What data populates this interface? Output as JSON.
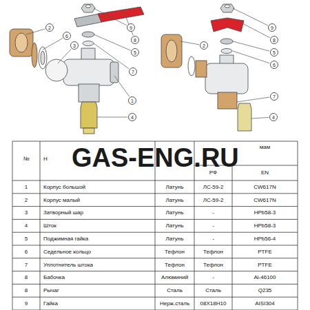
{
  "diagram": {
    "nodes": [
      {
        "text": [
          "2"
        ]
      },
      {
        "text": [
          "6"
        ]
      },
      {
        "text": [
          "3"
        ]
      },
      {
        "text": [
          "9"
        ]
      },
      {
        "text": [
          "8"
        ]
      },
      {
        "text": [
          "5"
        ]
      },
      {
        "text": [
          "7"
        ]
      },
      {
        "text": [
          "1"
        ]
      },
      {
        "text": [
          "4"
        ]
      },
      {
        "text": [
          "9"
        ]
      },
      {
        "text": [
          "8"
        ]
      },
      {
        "text": [
          "5"
        ]
      },
      {
        "text": [
          "6"
        ]
      },
      {
        "text": [
          "2"
        ]
      },
      {
        "text": [
          "7"
        ]
      },
      {
        "text": [
          "4"
        ]
      }
    ],
    "labels": [
      "№",
      "Н",
      "РФ",
      "мам",
      "EN",
      "GAS-ENG.RU",
      "1",
      "Корпус большой",
      "Латунь",
      "ЛС-59-2",
      "CW617N",
      "2",
      "Корпус малый",
      "Латунь",
      "ЛС-59-2",
      "CW617N",
      "3",
      "Затворный шар",
      "Латунь",
      "-",
      "HPb58-3",
      "4",
      "Шток",
      "Латунь",
      "-",
      "HPb58-3",
      "5",
      "Поджимная гайка",
      "Латунь",
      "-",
      "HPb56-4",
      "6",
      "Седельное кольцо",
      "Тефлон",
      "Тефлон",
      "PTFE",
      "7",
      "Уплотнитель штока",
      "Тефлон",
      "Тефлон",
      "PTFE",
      "8",
      "Бабочка",
      "Алюминий",
      "-",
      "Al-46100",
      "8",
      "Рычаг",
      "Сталь",
      "Сталь",
      "Q235",
      "9",
      "Гайка",
      "Нерж.сталь",
      "08Х18Н10",
      "AISI304"
    ]
  }
}
